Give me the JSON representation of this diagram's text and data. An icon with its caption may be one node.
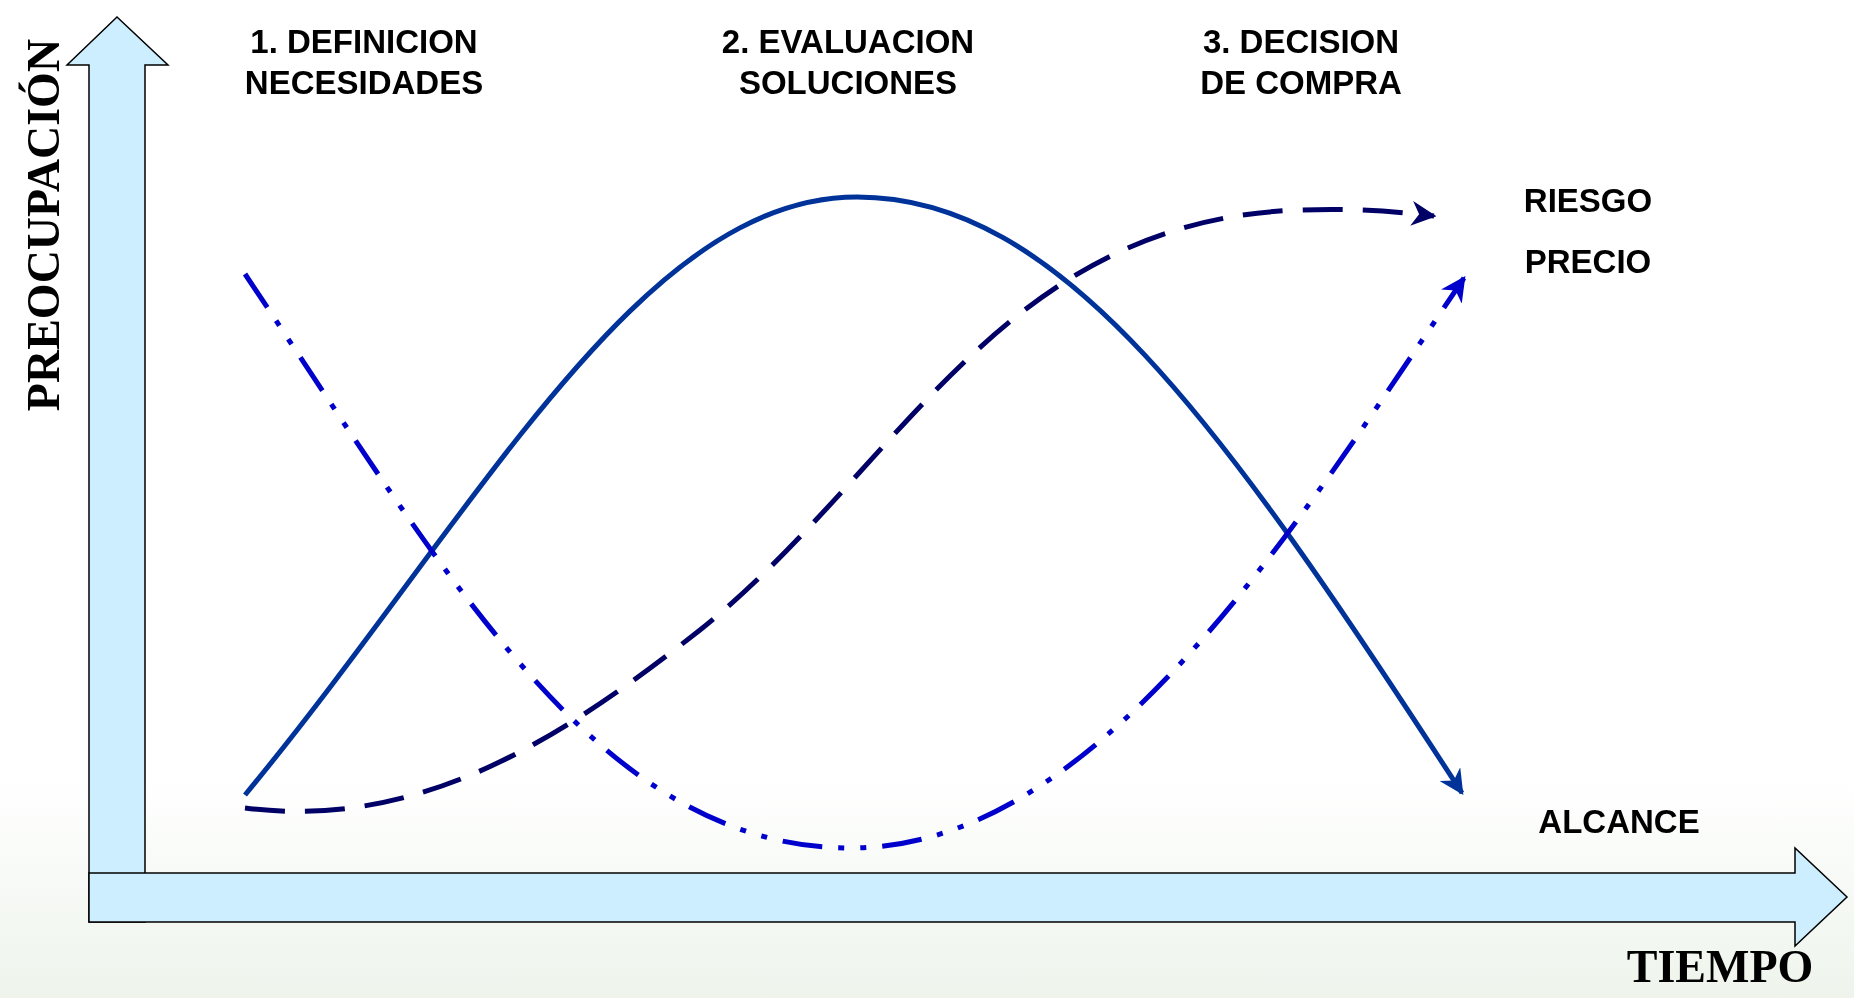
{
  "diagram": {
    "labels": [
      "PREOCUPACIÓN",
      "1. DEFINICION NECESIDADES",
      "2. EVALUACION SOLUCIONES",
      "3. DECISION DE COMPRA",
      "RIESGO",
      "PRECIO",
      "ALCANCE",
      "TIEMPO"
    ]
  }
}
